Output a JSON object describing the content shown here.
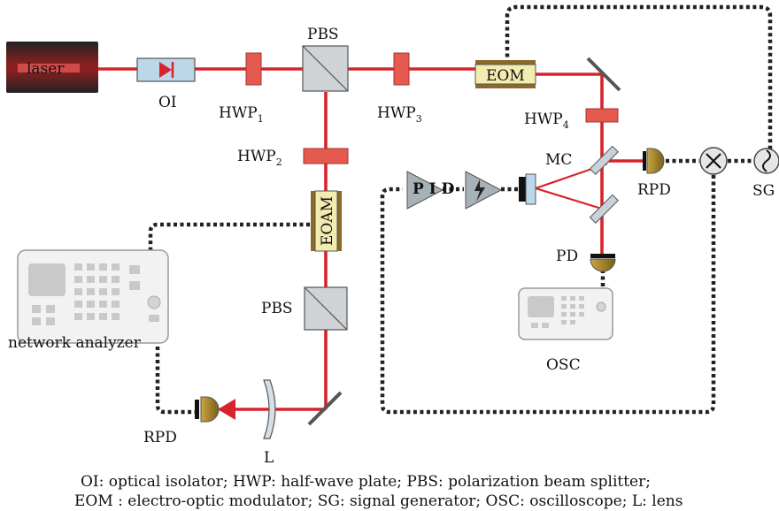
{
  "components": {
    "laser": "laser",
    "oi": "OI",
    "pbs_top": "PBS",
    "pbs_bottom": "PBS",
    "hwp1": {
      "main": "HWP",
      "sub": "1"
    },
    "hwp2": {
      "main": "HWP",
      "sub": "2"
    },
    "hwp3": {
      "main": "HWP",
      "sub": "3"
    },
    "hwp4": {
      "main": "HWP",
      "sub": "4"
    },
    "eom": "EOM",
    "eoam": "EOAM",
    "mc": "MC",
    "rpd_right": "RPD",
    "rpd_left": "RPD",
    "sg": "SG",
    "pd": "PD",
    "osc": "OSC",
    "lens": "L",
    "network_analyzer": "network analyzer",
    "pid_text": "P I D"
  },
  "caption": {
    "line1": "OI: optical isolator; HWP: half-wave plate; PBS: polarization beam splitter;",
    "line2": "EOM : electro-optic modulator; SG: signal generator; OSC: oscilloscope; L: lens"
  },
  "colors": {
    "beam": "#d8232a",
    "plate": "#e45a4f",
    "cable": "#222222",
    "eom_fill": "#f2ecb0",
    "detector": "#b89a3a"
  }
}
